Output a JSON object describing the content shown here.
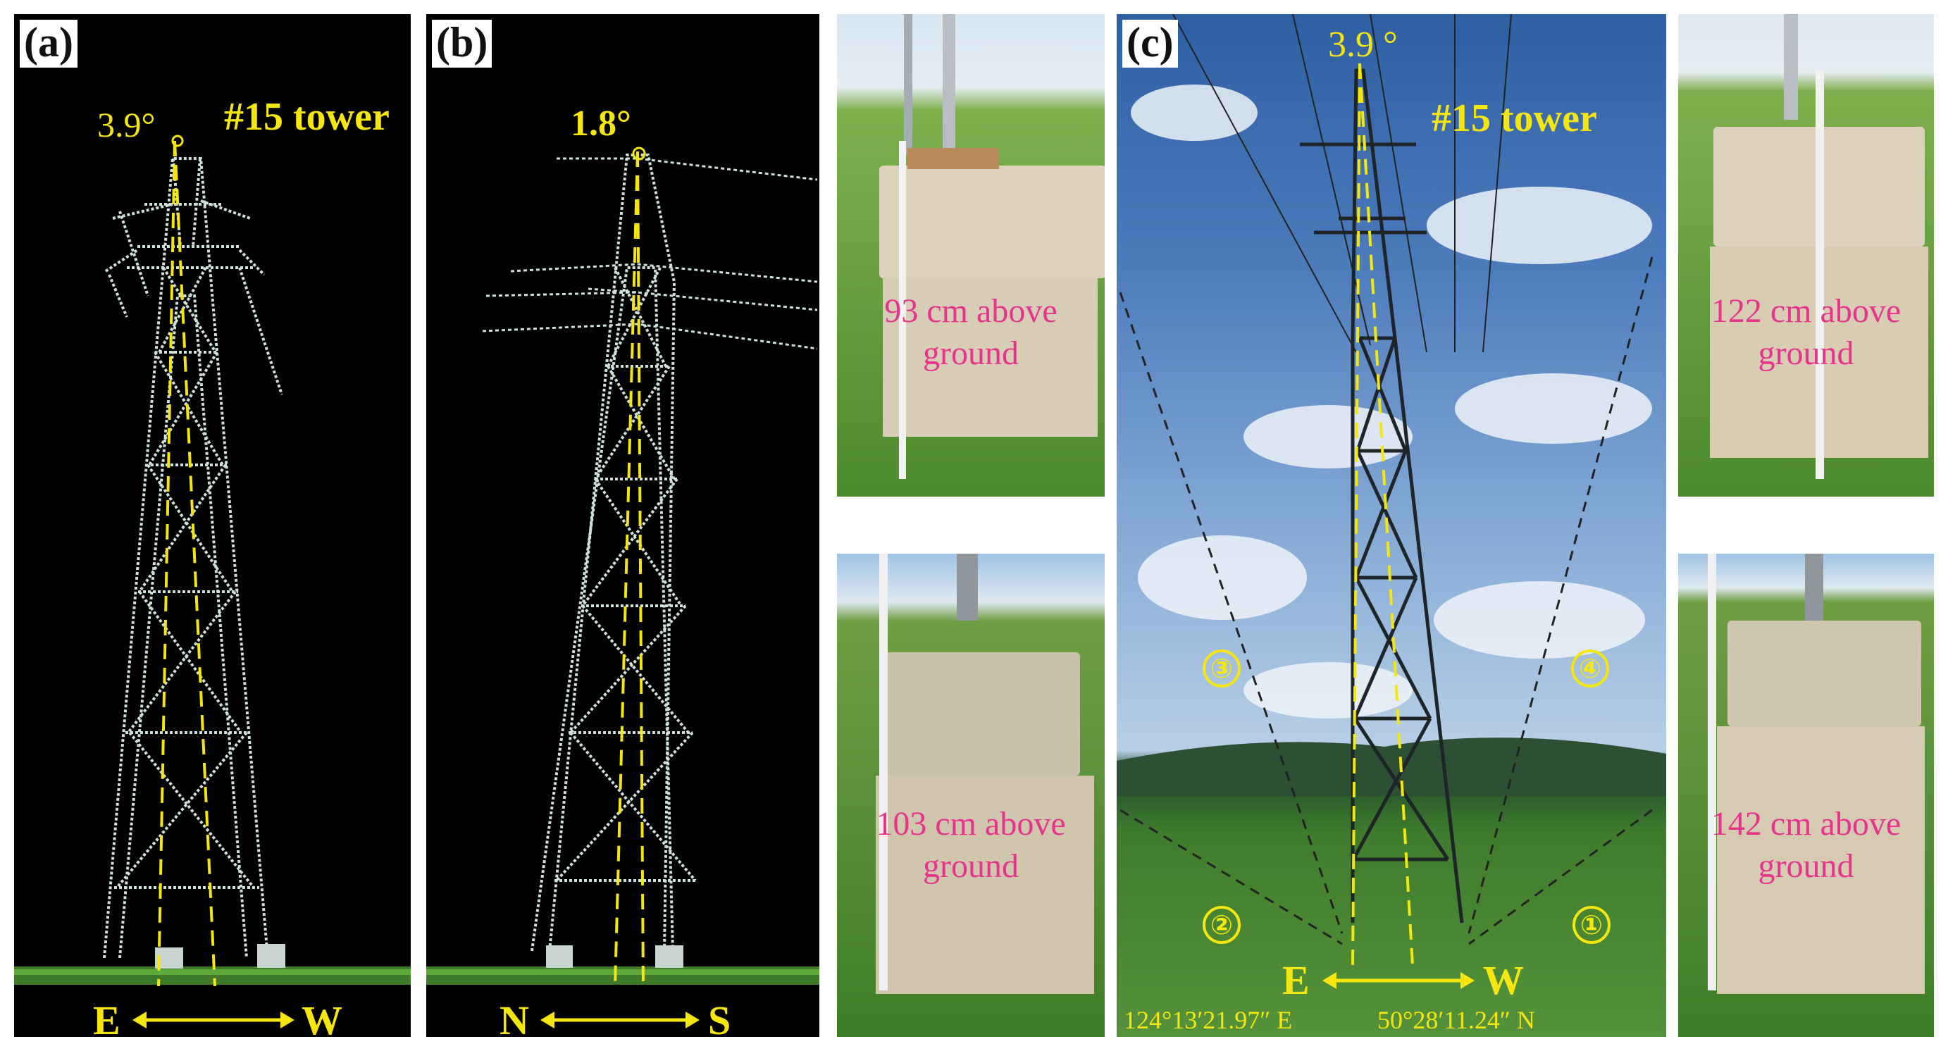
{
  "panel_a": {
    "tag": "(a)",
    "title": "#15 tower",
    "angle": "3.9°",
    "dir_left": "E",
    "dir_right": "W"
  },
  "panel_b": {
    "tag": "(b)",
    "angle": "1.8°",
    "dir_left": "N",
    "dir_right": "S"
  },
  "panel_c": {
    "tag": "(c)",
    "title": "#15 tower",
    "angle": "3.9 °",
    "dir_left": "E",
    "dir_right": "W",
    "longitude": "124°13′21.97″ E",
    "latitude": "50°28′11.24″ N",
    "markers": [
      "①",
      "②",
      "③",
      "④"
    ]
  },
  "photos": {
    "top_left": "93 cm above ground",
    "bottom_left": "103 cm above ground",
    "top_right": "122 cm above ground",
    "bottom_right": "142 cm above ground"
  },
  "colors": {
    "annotation_yellow": "#f5e60f",
    "measure_pink": "#e8328c",
    "pointcloud": "#d8e8e0"
  }
}
